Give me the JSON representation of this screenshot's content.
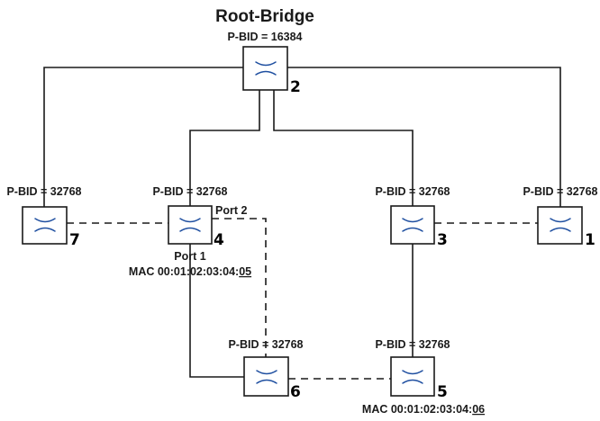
{
  "title": "Root-Bridge",
  "icon": "bridge-icon",
  "colors": {
    "icon": "#1f4fa0",
    "line": "#1a1a1a"
  },
  "bridges": [
    {
      "id": "2",
      "pbid": "P-BID = 16384"
    },
    {
      "id": "7",
      "pbid": "P-BID = 32768"
    },
    {
      "id": "4",
      "pbid": "P-BID = 32768",
      "port_a": "Port 2",
      "port_b": "Port 1",
      "mac_prefix": "MAC 00:01:02:03:04:",
      "mac_suffix": "05"
    },
    {
      "id": "3",
      "pbid": "P-BID = 32768"
    },
    {
      "id": "1",
      "pbid": "P-BID = 32768"
    },
    {
      "id": "6",
      "pbid": "P-BID = 32768"
    },
    {
      "id": "5",
      "pbid": "P-BID = 32768",
      "mac_prefix": "MAC 00:01:02:03:04:",
      "mac_suffix": "06"
    }
  ],
  "links": {
    "active": [
      [
        "2",
        "7"
      ],
      [
        "2",
        "4"
      ],
      [
        "2",
        "3"
      ],
      [
        "2",
        "1"
      ],
      [
        "4",
        "6"
      ],
      [
        "3",
        "5"
      ]
    ],
    "blocked": [
      [
        "7",
        "4"
      ],
      [
        "3",
        "1"
      ],
      [
        "4",
        "6"
      ],
      [
        "6",
        "5"
      ]
    ]
  }
}
